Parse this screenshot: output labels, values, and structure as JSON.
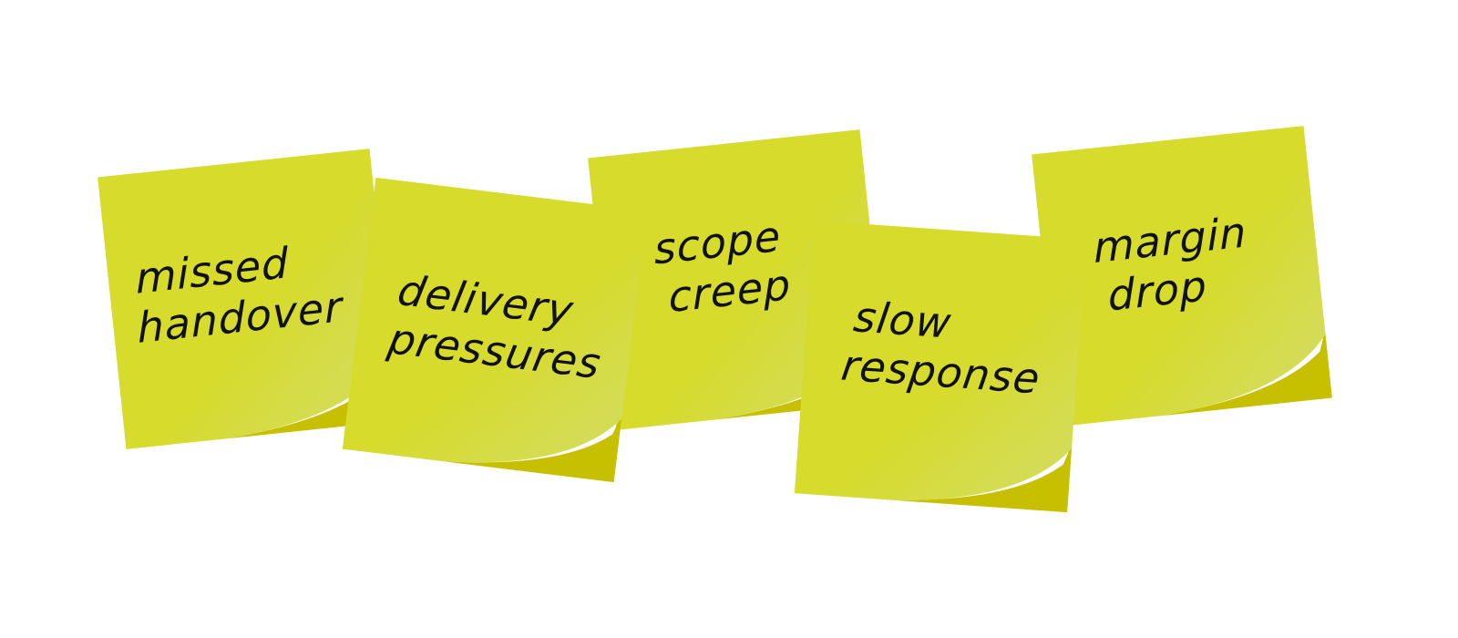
{
  "board": {
    "note_color": "#d6db2c",
    "note_highlight": "#d4dc67",
    "curl_color": "#c7c000",
    "notes": [
      {
        "line1": "missed",
        "line2": "handover"
      },
      {
        "line1": "delivery",
        "line2": "pressures"
      },
      {
        "line1": "scope",
        "line2": "creep"
      },
      {
        "line1": "slow",
        "line2": "response"
      },
      {
        "line1": "margin",
        "line2": "drop"
      }
    ]
  }
}
